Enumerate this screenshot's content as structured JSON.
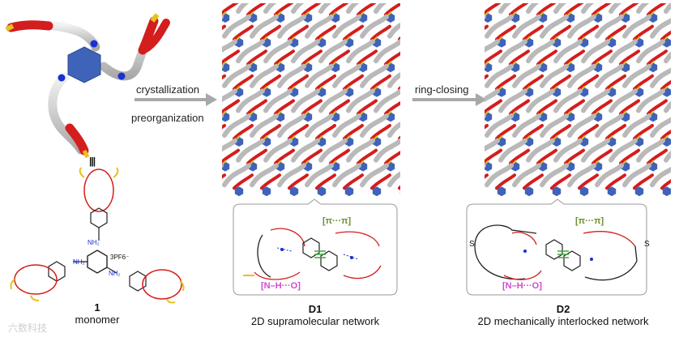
{
  "arrows": {
    "first_top": "crystallization",
    "first_bottom": "preorganization",
    "second_top": "ring-closing"
  },
  "monomer": {
    "number": "1",
    "name": "monomer",
    "counterion": "3PF6⁻",
    "amine_label": "NH₂",
    "triple_bond": "|||"
  },
  "panel_d1": {
    "id": "D1",
    "description": "2D supramolecular network",
    "pi_label": "[π···π]",
    "hbond_label": "[N–H···O]"
  },
  "panel_d2": {
    "id": "D2",
    "description": "2D mechanically interlocked network",
    "pi_label": "[π···π]",
    "hbond_label": "[N–H···O]",
    "sulfur": "S"
  },
  "watermark": "六数科技",
  "colors": {
    "crown_red": "#d41d1d",
    "alkene_yellow": "#e8c21a",
    "nitrogen_blue": "#1a2fd4",
    "hexagon_blue": "#3f63b8",
    "pi_green": "#6a8f2a",
    "hbond_magenta": "#d14ad1",
    "arrow_gray": "#a8a8a8"
  }
}
